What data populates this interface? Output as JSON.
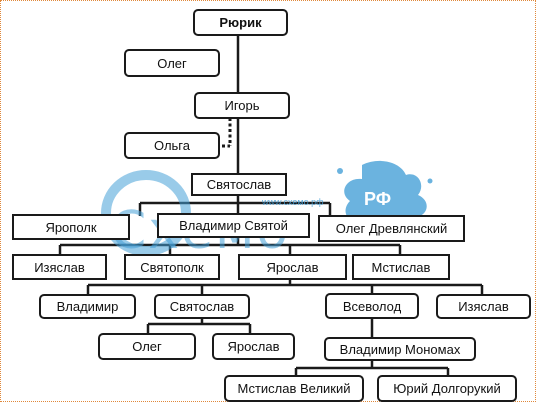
{
  "title": "",
  "nodes": {
    "riurik": "Рюрик",
    "oleg_top": "Олег",
    "igor": "Игорь",
    "olga": "Ольга",
    "sviatoslav": "Святослав",
    "yaropolk": "Ярополк",
    "vladimir_sviatoi": "Владимир Святой",
    "oleg_drevlianskii": "Олег Древлянский",
    "iziaslav_left": "Изяслав",
    "sviatopolk": "Святополк",
    "yaroslav": "Ярослав",
    "mstislav": "Мстислав",
    "vladimir": "Владимир",
    "sviatoslav2": "Святослав",
    "vsevolod": "Всеволод",
    "iziaslav_right": "Изяслав",
    "oleg_bottom": "Олег",
    "yaroslav2": "Ярослав",
    "vladimir_monomakh": "Владимир Мономах",
    "mstislav_velikii": "Мстислав Великий",
    "yurii_dolgorukii": "Юрий Долгорукий"
  },
  "watermark": {
    "text": "Схемо",
    "badge": "РФ",
    "url": "www.схемо.рф"
  },
  "colors": {
    "box_border": "#1a1a1a",
    "line": "#1a1a1a",
    "watermark": "#46a0d7",
    "frame": "#e0883a"
  }
}
